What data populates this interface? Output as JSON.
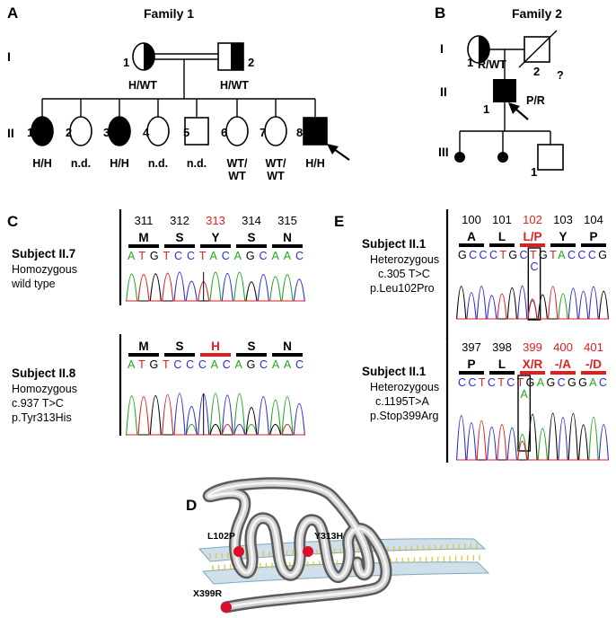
{
  "panels": {
    "A": "A",
    "B": "B",
    "C": "C",
    "D": "D",
    "E": "E"
  },
  "family1": {
    "title": "Family 1",
    "generations": [
      "I",
      "II"
    ],
    "gen1": [
      {
        "num": "1",
        "genotype": "H/WT"
      },
      {
        "num": "2",
        "genotype": "H/WT"
      }
    ],
    "gen2": [
      {
        "num": "1",
        "genotype": "H/H"
      },
      {
        "num": "2",
        "genotype": "n.d."
      },
      {
        "num": "3",
        "genotype": "H/H"
      },
      {
        "num": "4",
        "genotype": "n.d."
      },
      {
        "num": "5",
        "genotype": "n.d."
      },
      {
        "num": "6",
        "genotype": "WT/\nWT"
      },
      {
        "num": "7",
        "genotype": "WT/\nWT"
      },
      {
        "num": "8",
        "genotype": "H/H"
      }
    ]
  },
  "family2": {
    "title": "Family 2",
    "generations": [
      "I",
      "II",
      "III"
    ],
    "gen1": [
      {
        "num": "1",
        "genotype": "R/WT"
      },
      {
        "num": "2",
        "genotype": "?"
      }
    ],
    "gen2": [
      {
        "num": "1",
        "genotype": "P/R"
      }
    ],
    "gen3": [
      {
        "num": "1"
      }
    ]
  },
  "panelC": {
    "positions": [
      "311",
      "312",
      "313",
      "314",
      "315"
    ],
    "highlight_position": "313",
    "wt": {
      "subject": "Subject II.7",
      "lines": [
        "Homozygous",
        "wild type"
      ],
      "aa": [
        "M",
        "S",
        "Y",
        "S",
        "N"
      ],
      "sequence": "ATGTCCTACAGCAAC"
    },
    "mut": {
      "subject": "Subject II.8",
      "lines": [
        "Homozygous",
        "c.937 T>C",
        "p.Tyr313His"
      ],
      "aa": [
        "M",
        "S",
        "H",
        "S",
        "N"
      ],
      "sequence": "ATGTCCCACAGCAAC"
    }
  },
  "panelE": {
    "top": {
      "positions": [
        "100",
        "101",
        "102",
        "103",
        "104"
      ],
      "aa": [
        "A",
        "L",
        "L/P",
        "Y",
        "P"
      ],
      "sequence": "GCCCTGCTGTACCCG",
      "second_base": "C",
      "subject": "Subject II.1",
      "lines": [
        "Heterozygous",
        "c.305 T>C",
        "p.Leu102Pro"
      ]
    },
    "bottom": {
      "positions": [
        "397",
        "398",
        "399",
        "400",
        "401"
      ],
      "aa": [
        "P",
        "L",
        "X/R",
        "-/A",
        "-/D"
      ],
      "sequence": "CCTCTCTGAGCGGAC",
      "second_base": "A",
      "subject": "Subject II.1",
      "lines": [
        "Heterozygous",
        "c.1195T>A",
        "p.Stop399Arg"
      ]
    }
  },
  "panelD": {
    "mutations": [
      "L102P",
      "Y313H",
      "X399R"
    ]
  },
  "colors": {
    "A": "#1fa81f",
    "C": "#2b2bd6",
    "G": "#000000",
    "T": "#e11d1d",
    "highlight": "#e11d1d",
    "membrane_head": "#8fb4c8",
    "membrane_tail": "#e3d64a",
    "mutation_dot": "#d8102a"
  }
}
